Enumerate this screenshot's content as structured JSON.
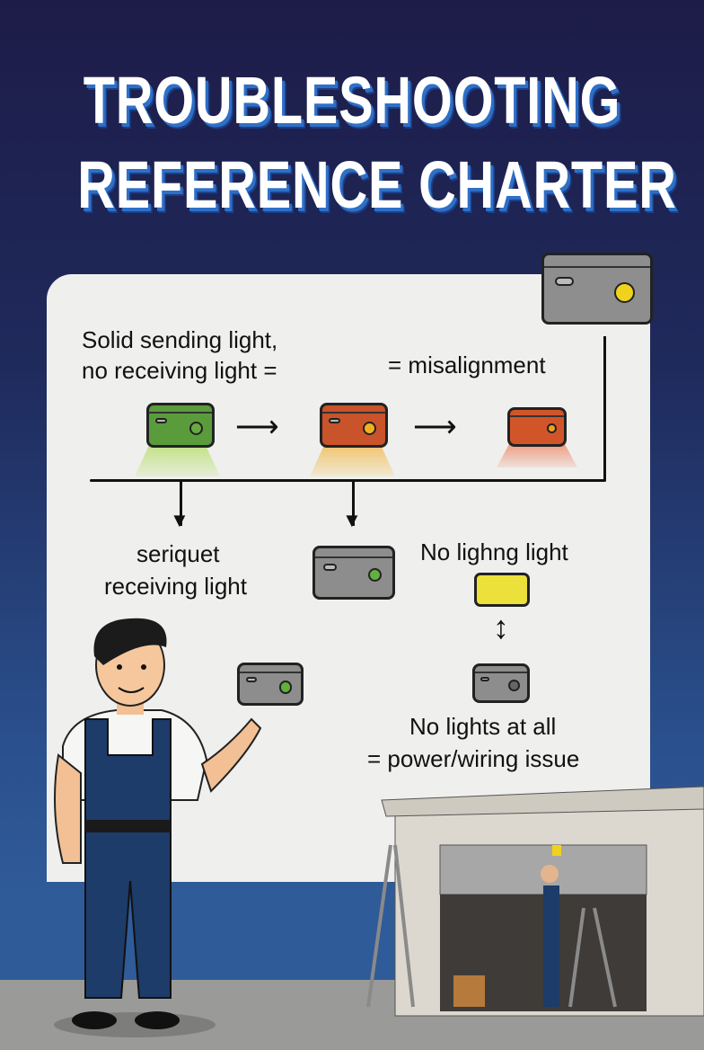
{
  "title": {
    "line1": "TROUBLESHOOTING",
    "line2": "REFERENCE CHARTER"
  },
  "diagram": {
    "top_left_text_1": "Solid sending light,",
    "top_left_text_2": "no receiving light =",
    "top_right_text": "= misalignment",
    "branch_left_1": "seriquet",
    "branch_left_2": "receiving light",
    "branch_right": "No lighng light",
    "bottom_right_1": "No lights at all",
    "bottom_right_2": "= power/wiring issue"
  },
  "colors": {
    "navy": "#1d1c48",
    "blue": "#2f5b98",
    "panel": "#efefee",
    "green": "#5a9c3c",
    "orange": "#c9532a",
    "yellow": "#ece03a"
  }
}
